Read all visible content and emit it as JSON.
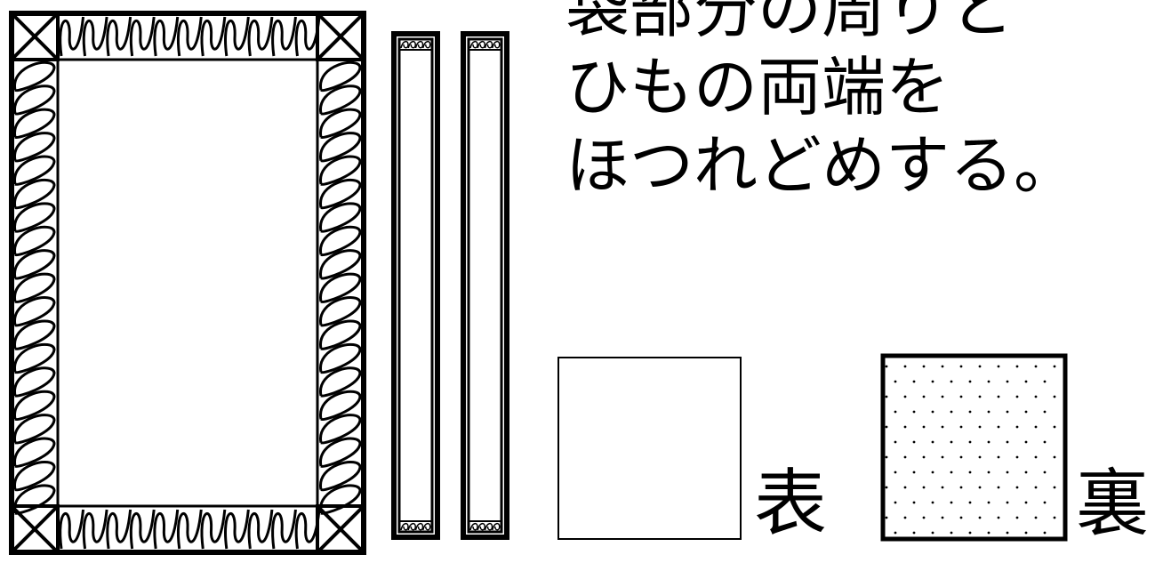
{
  "instruction": {
    "lines": [
      "袋部分の周りと",
      "ひもの両端を",
      "ほつれどめする。"
    ]
  },
  "swatches": {
    "front_label": "表",
    "back_label": "裏"
  },
  "colors": {
    "ink": "#000000",
    "paper": "#ffffff"
  }
}
